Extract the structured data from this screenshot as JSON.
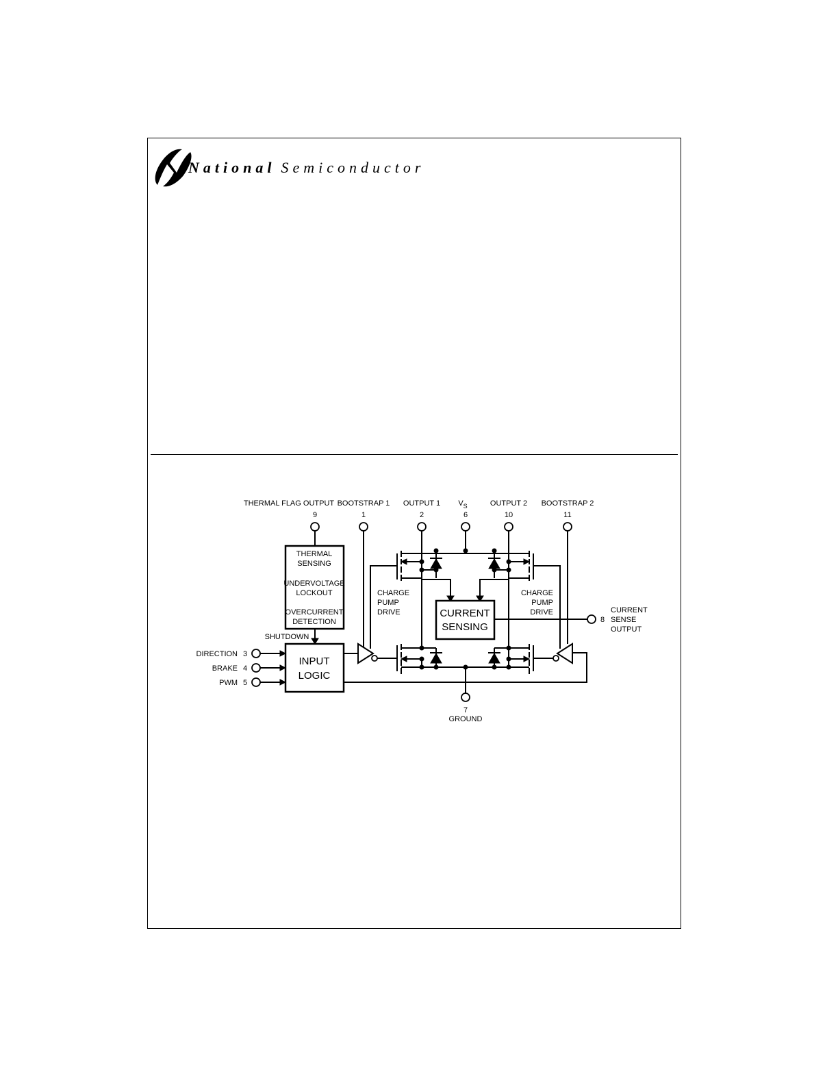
{
  "header": {
    "brand_bold": "National",
    "brand_regular": "Semiconductor",
    "logo_icon": "national-semiconductor-logo"
  },
  "diagram": {
    "pins": {
      "thermal_flag": {
        "label": "THERMAL FLAG OUTPUT",
        "number": "9"
      },
      "bootstrap1": {
        "label": "BOOTSTRAP 1",
        "number": "1"
      },
      "output1": {
        "label": "OUTPUT 1",
        "number": "2"
      },
      "vs": {
        "label": "V",
        "subscript": "S",
        "number": "6"
      },
      "output2": {
        "label": "OUTPUT 2",
        "number": "10"
      },
      "bootstrap2": {
        "label": "BOOTSTRAP 2",
        "number": "11"
      },
      "current_sense": {
        "number": "8",
        "label_lines": [
          "CURRENT",
          "SENSE",
          "OUTPUT"
        ]
      },
      "ground": {
        "number": "7",
        "label": "GROUND"
      },
      "direction": {
        "label": "DIRECTION",
        "number": "3"
      },
      "brake": {
        "label": "BRAKE",
        "number": "4"
      },
      "pwm": {
        "label": "PWM",
        "number": "5"
      }
    },
    "blocks": {
      "protection": [
        "THERMAL",
        "SENSING",
        "UNDERVOLTAGE",
        "LOCKOUT",
        "OVERCURRENT",
        "DETECTION"
      ],
      "current_sensing": [
        "CURRENT",
        "SENSING"
      ],
      "input_logic": [
        "INPUT",
        "LOGIC"
      ],
      "charge_pump_left": [
        "CHARGE",
        "PUMP",
        "DRIVE"
      ],
      "charge_pump_right": [
        "CHARGE",
        "PUMP",
        "DRIVE"
      ],
      "shutdown": "SHUTDOWN"
    }
  }
}
